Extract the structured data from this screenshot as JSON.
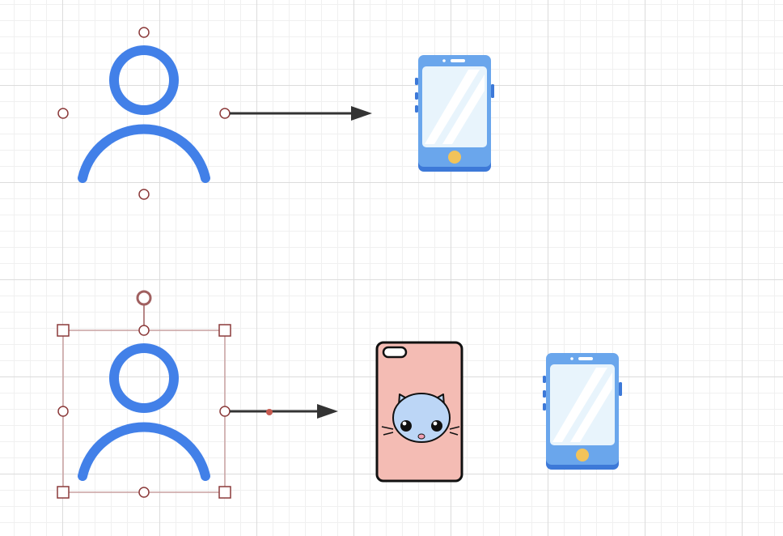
{
  "colors": {
    "person": "#4280e8",
    "connector": "#333333",
    "handle_stroke": "#8b3a3a",
    "selection_box": "#c9a0a0",
    "phone_body": "#5b9ae8",
    "phone_screen": "#e8f4fc",
    "phone_button": "#f2c35a",
    "case_pink": "#f4bcb4",
    "cat_face": "#bcd6f6"
  },
  "shapes": [
    {
      "id": "person-1",
      "icon": "person-icon",
      "selected": false
    },
    {
      "id": "arrow-1",
      "icon": "arrow-connector",
      "selected": false
    },
    {
      "id": "phone-1",
      "icon": "smartphone-icon",
      "selected": false
    },
    {
      "id": "person-2",
      "icon": "person-icon",
      "selected": true
    },
    {
      "id": "arrow-2",
      "icon": "arrow-connector",
      "selected": false
    },
    {
      "id": "phone-case",
      "icon": "cat-phone-case-icon",
      "selected": false
    },
    {
      "id": "phone-2",
      "icon": "smartphone-icon",
      "selected": false
    }
  ]
}
